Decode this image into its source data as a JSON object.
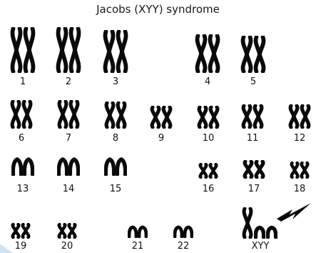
{
  "title": "Jacobs (XYY) syndrome",
  "chromosome_color": "#0a0a0a",
  "arrow_color": "#0a0a0a",
  "karyotype": [
    {
      "label": "1",
      "shape": "x",
      "copies": 2
    },
    {
      "label": "2",
      "shape": "x",
      "copies": 2
    },
    {
      "label": "3",
      "shape": "x",
      "copies": 2
    },
    {
      "label": "4",
      "shape": "x",
      "copies": 2
    },
    {
      "label": "5",
      "shape": "x",
      "copies": 2
    },
    {
      "label": "6",
      "shape": "x",
      "copies": 2
    },
    {
      "label": "7",
      "shape": "x",
      "copies": 2
    },
    {
      "label": "8",
      "shape": "x",
      "copies": 2
    },
    {
      "label": "9",
      "shape": "x",
      "copies": 2
    },
    {
      "label": "10",
      "shape": "x",
      "copies": 2
    },
    {
      "label": "11",
      "shape": "x",
      "copies": 2
    },
    {
      "label": "12",
      "shape": "x",
      "copies": 2
    },
    {
      "label": "13",
      "shape": "acro",
      "copies": 2
    },
    {
      "label": "14",
      "shape": "acro",
      "copies": 2
    },
    {
      "label": "15",
      "shape": "acro",
      "copies": 2
    },
    {
      "label": "16",
      "shape": "x",
      "copies": 2
    },
    {
      "label": "17",
      "shape": "x",
      "copies": 2
    },
    {
      "label": "18",
      "shape": "x",
      "copies": 2
    },
    {
      "label": "19",
      "shape": "x",
      "copies": 2
    },
    {
      "label": "20",
      "shape": "x",
      "copies": 2
    },
    {
      "label": "21",
      "shape": "acro",
      "copies": 2
    },
    {
      "label": "22",
      "shape": "acro",
      "copies": 2
    },
    {
      "label": "XYY",
      "shape": "sex",
      "copies": 3
    }
  ]
}
